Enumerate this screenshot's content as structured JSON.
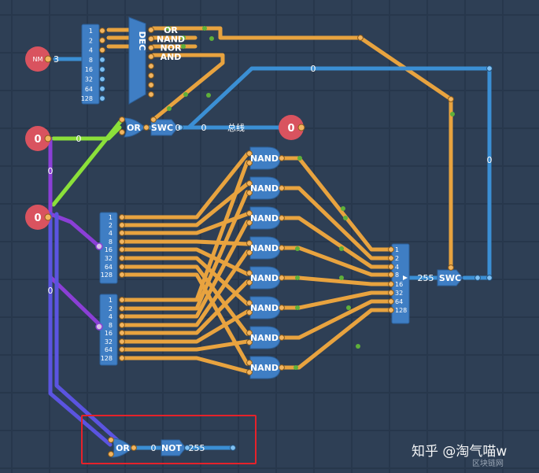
{
  "inputs": {
    "top_left": {
      "label": "NM",
      "value": "3"
    },
    "left_mid": {
      "value": "0"
    },
    "left_low": {
      "value": "0"
    },
    "output_right": {
      "value": "0"
    }
  },
  "decoder": {
    "label": "DEC",
    "bits": [
      "1",
      "2",
      "4",
      "8",
      "16",
      "32",
      "64",
      "128"
    ],
    "outputs": [
      "OR",
      "NAND",
      "NOR",
      "AND"
    ]
  },
  "upper_row": {
    "or_label": "OR",
    "swc_label": "SWC",
    "wire_values": [
      "0",
      "0"
    ],
    "bus_label": "总线"
  },
  "bit_column": {
    "bits_a": [
      "1",
      "2",
      "4",
      "8",
      "16",
      "32",
      "64",
      "128"
    ],
    "bits_b": [
      "1",
      "2",
      "4",
      "8",
      "16",
      "32",
      "64",
      "128"
    ]
  },
  "nand_gates": [
    "NAND",
    "NAND",
    "NAND",
    "NAND",
    "NAND",
    "NAND",
    "NAND",
    "NAND"
  ],
  "merge": {
    "bits": [
      "1",
      "2",
      "4",
      "8",
      "16",
      "32",
      "64",
      "128"
    ],
    "value": "255",
    "swc_label": "SWC"
  },
  "wire_labels": {
    "top_loop": "0",
    "right_loop": "0",
    "green": "0",
    "left_vertical": "0",
    "left_lower": "0"
  },
  "highlight": {
    "or_label": "OR",
    "in_value": "0",
    "not_label": "NOT",
    "out_value": "255"
  },
  "watermark": {
    "text": "知乎 @淘气喵w",
    "site": "区块链网"
  },
  "colors": {
    "background": "#2e3f55",
    "wire_orange": "#e8a33f",
    "wire_blue": "#3b8fd4",
    "wire_green": "#8be03a",
    "wire_purple": "#8b3fd6",
    "node_red": "#d9535f",
    "highlight_red": "#e6222a"
  }
}
